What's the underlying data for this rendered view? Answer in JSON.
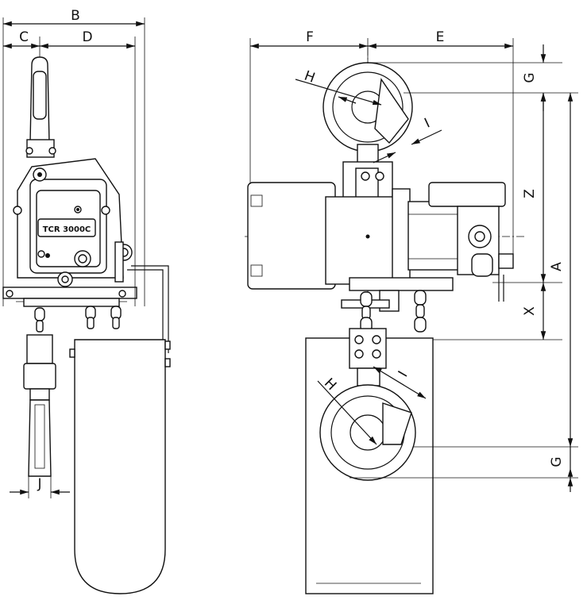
{
  "drawing": {
    "product_label": "TCR 3000C",
    "dimension_labels": {
      "A": "A",
      "B": "B",
      "C": "C",
      "D": "D",
      "E": "E",
      "F": "F",
      "G_top": "G",
      "G_bottom": "G",
      "H_top": "H",
      "H_bottom": "H",
      "I_top": "I",
      "I_bottom": "I",
      "J": "J",
      "X": "X",
      "Z": "Z"
    }
  }
}
